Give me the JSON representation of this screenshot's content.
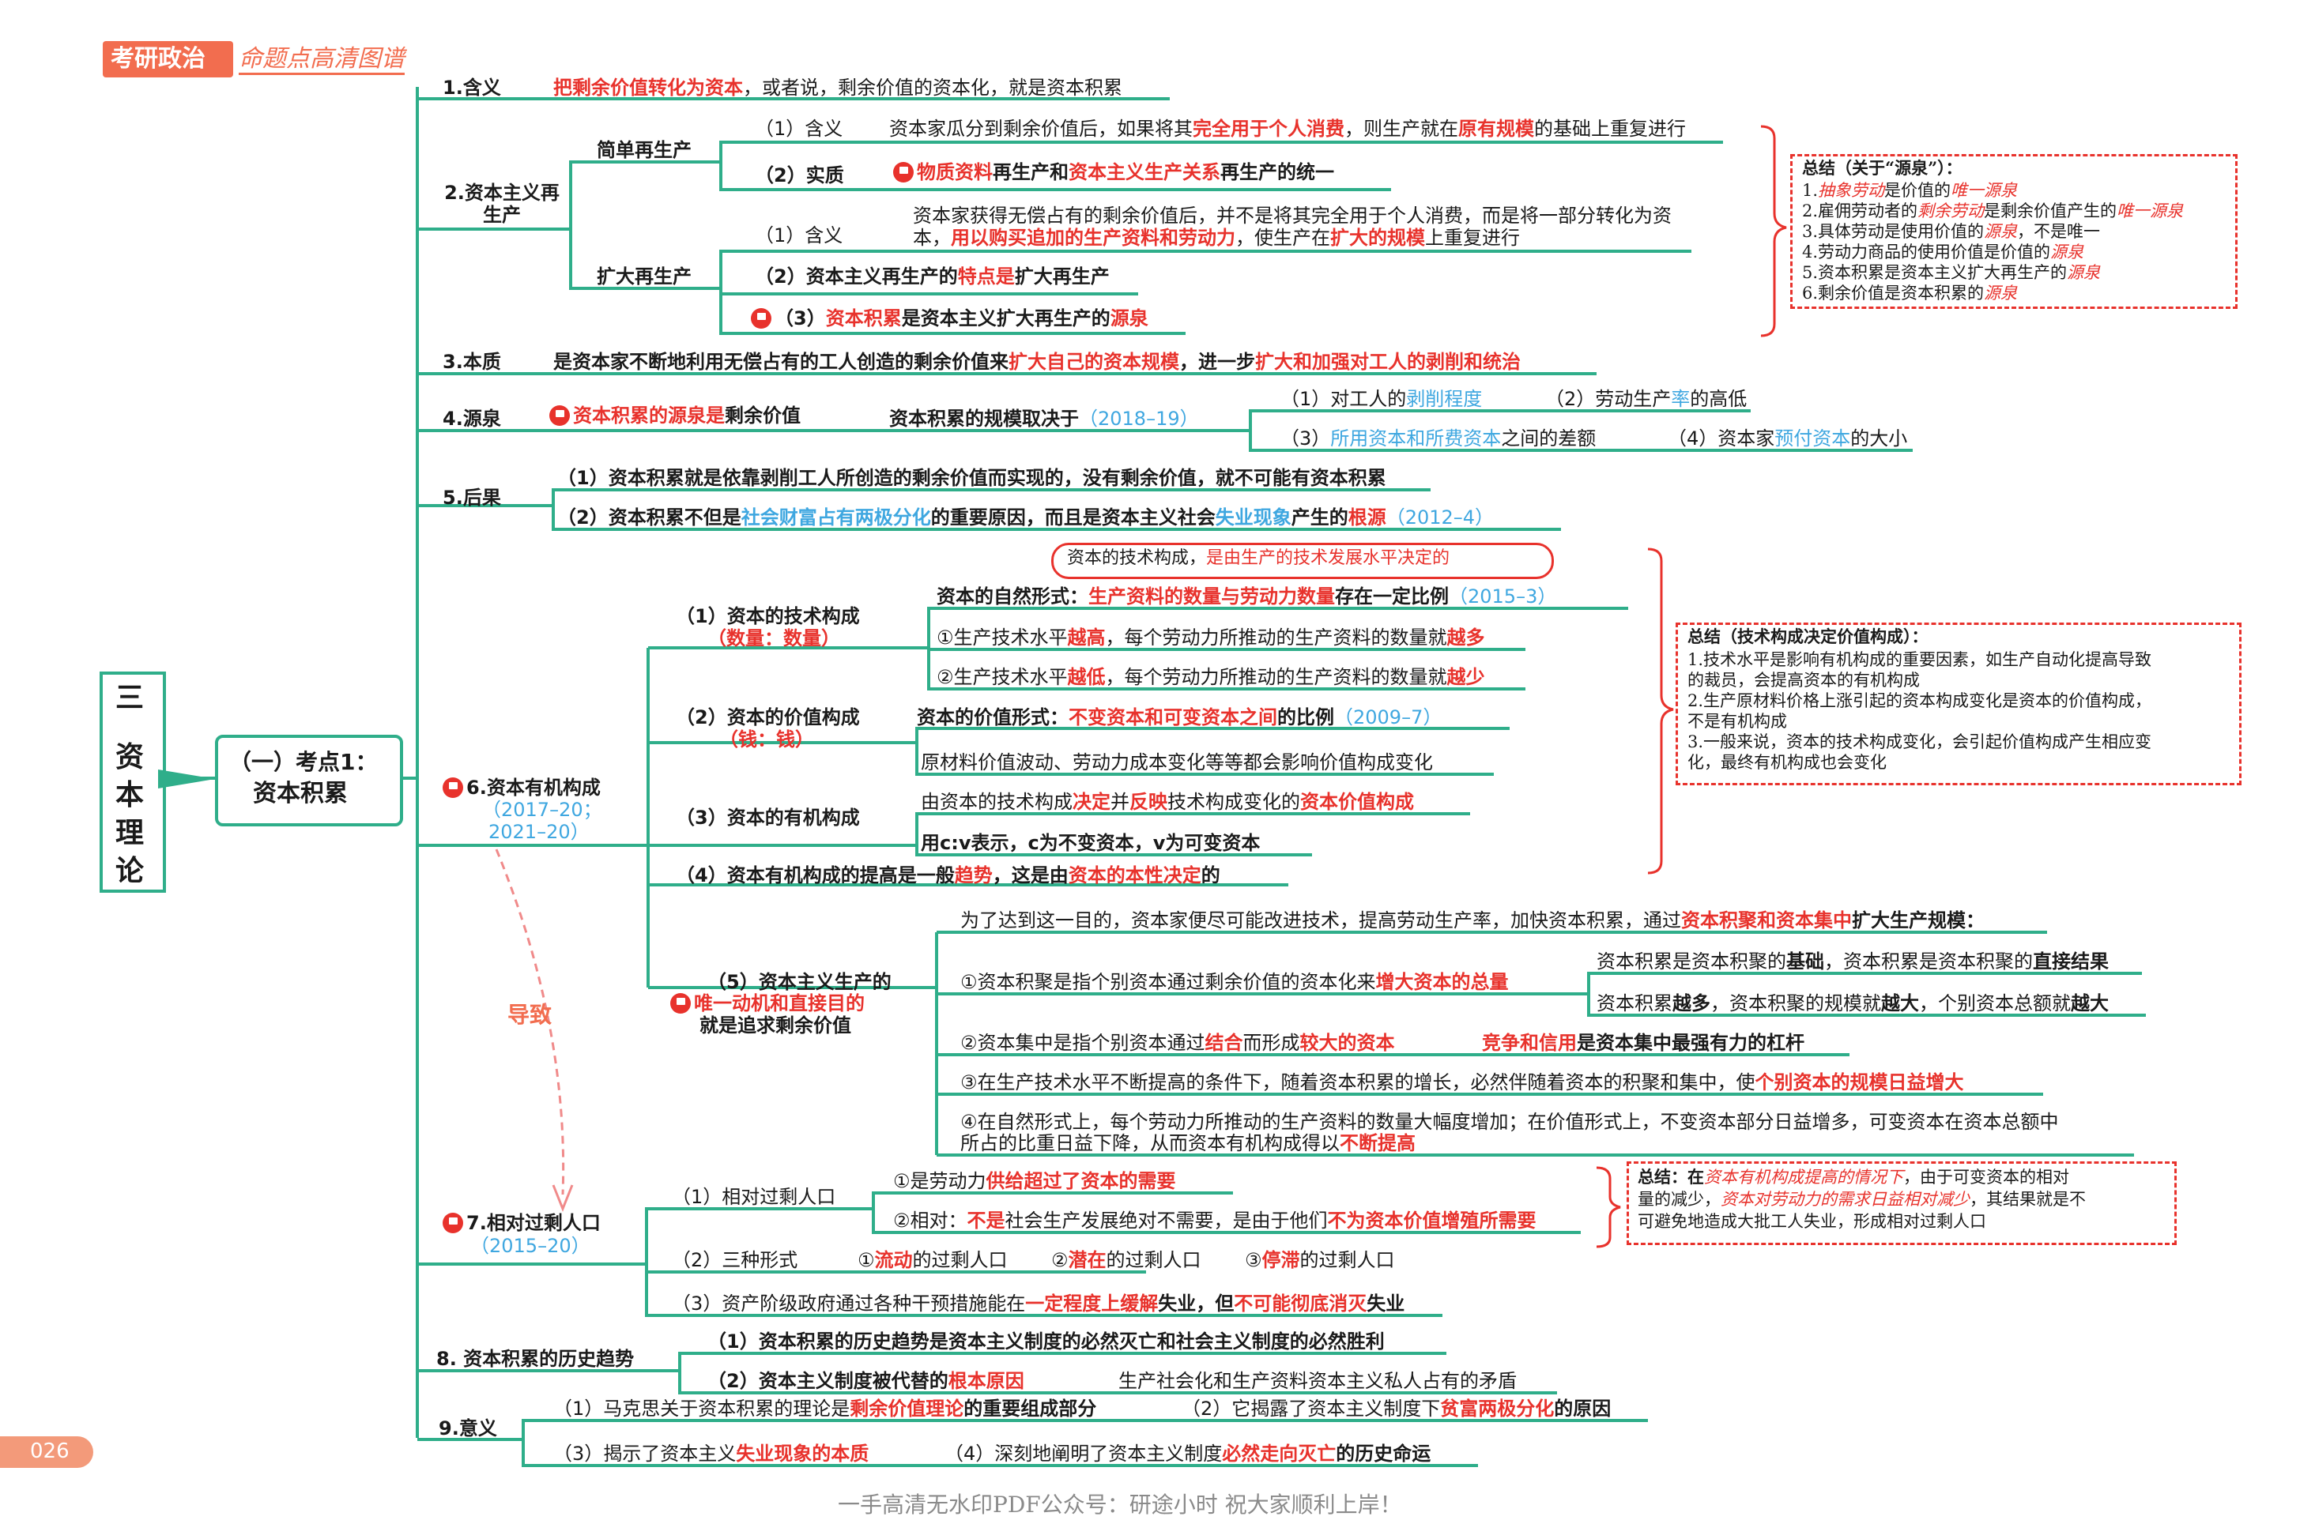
{
  "header": {
    "brand": "考研政治",
    "subtitle": "命题点高清图谱"
  },
  "page_number": "026",
  "footer": "一手高清无水印PDF公众号：研途小时  祝大家顺利上岸！",
  "chapter": {
    "num": "三",
    "title": "资本理论"
  },
  "topic": {
    "label": "（一）考点1：",
    "name": "资本积累"
  },
  "n1": {
    "label": "1.含义",
    "red": "把剩余价值转化为资本",
    "text": "，或者说，剩余价值的资本化，就是资本积累"
  },
  "n2": {
    "label": "2.资本主义再生产",
    "simple": {
      "label": "简单再生产",
      "i1_label": "（1）含义",
      "i1_a": "资本家瓜分到剩余价值后，如果将其",
      "i1_r1": "完全用于个人消费",
      "i1_b": "，则生产就在",
      "i1_r2": "原有规模",
      "i1_c": "的基础上重复进行",
      "i2_label": "（2）实质",
      "i2_r1": "物质资料",
      "i2_a": "再生产和",
      "i2_r2": "资本主义生产关系",
      "i2_b": "再生产的统一"
    },
    "expand": {
      "label": "扩大再生产",
      "i1_label": "（1）含义",
      "i1_l1": "资本家获得无偿占有的剩余价值后，并不是将其完全用于个人消费，而是将一部分转化为资",
      "i1_l2a": "本，",
      "i1_r1": "用以购买追加的生产资料和劳动力",
      "i1_l2b": "，使生产在",
      "i1_r2": "扩大的规模",
      "i1_l2c": "上重复进行",
      "i2_a": "（2）资本主义再生产的",
      "i2_r": "特点是",
      "i2_b": "扩大再生产",
      "i3_a": "（3）",
      "i3_r": "资本积累",
      "i3_b": "是资本主义扩大再生产的",
      "i3_r2": "源泉"
    }
  },
  "summary_source": {
    "title": "总结（关于“源泉”）：",
    "items": [
      [
        "1.",
        "抽象劳动",
        "是价值的",
        "唯一源泉",
        ""
      ],
      [
        "2.雇佣劳动者的",
        "剩余劳动",
        "是剩余价值产生的",
        "唯一源泉",
        ""
      ],
      [
        "3.具体劳动是使用价值的",
        "源泉",
        "，不是唯一",
        "",
        ""
      ],
      [
        "4.劳动力商品的使用价值是价值的",
        "源泉",
        "",
        "",
        ""
      ],
      [
        "5.资本积累是资本主义扩大再生产的",
        "源泉",
        "",
        "",
        ""
      ],
      [
        "6.剩余价值是资本积累的",
        "源泉",
        "",
        "",
        ""
      ]
    ]
  },
  "n3": {
    "label": "3.本质",
    "a": "是资本家不断地利用无偿占有的工人创造的剩余价值来",
    "r1": "扩大自己的资本规模",
    "b": "，进一步",
    "r2": "扩大和加强对工人的剥削和统治"
  },
  "n4": {
    "label": "4.源泉",
    "r1": "资本积累的源泉是",
    "a": "剩余价值",
    "b": "资本积累的规模取决于",
    "year": "（2018–19）",
    "f1a": "（1）对工人的",
    "f1r": "剥削程度",
    "f2a": "（2）劳动生产",
    "f2r": "率",
    "f2b": "的高低",
    "f3a": "（3）",
    "f3r": "所用资本和所费资本",
    "f3b": "之间的差额",
    "f4a": "（4）资本家",
    "f4r": "预付资本",
    "f4b": "的大小"
  },
  "n5": {
    "label": "5.后果",
    "c1": "（1）资本积累就是依靠剥削工人所创造的剩余价值而实现的，没有剩余价值，就不可能有资本积累",
    "c2a": "（2）资本积累不但是",
    "c2r1": "社会财富占有两极分化",
    "c2b": "的重要原因，而且是资本主义社会",
    "c2r2": "失业现象",
    "c2c": "产生的",
    "c2r3": "根源",
    "c2y": "（2012–4）"
  },
  "n6": {
    "label": "6.资本有机构成",
    "years1": "（2017–20；",
    "years2": "2021–20）",
    "callout_a": "资本的技术构成，",
    "callout_b": "是由生产的技术发展水平决定的",
    "tech": {
      "label": "（1）资本的技术构成",
      "sub": "（数量：数量）",
      "l1a": "资本的自然形式：",
      "l1r": "生产资料的数量与劳动力数量",
      "l1b": "存在一定比例",
      "l1y": "（2015–3）",
      "l2a": "①生产技术水平",
      "l2r": "越高",
      "l2b": "，每个劳动力所推动的生产资料的数量就",
      "l2r2": "越多",
      "l3a": "②生产技术水平",
      "l3r": "越低",
      "l3b": "，每个劳动力所推动的生产资料的数量就",
      "l3r2": "越少"
    },
    "value": {
      "label": "（2）资本的价值构成",
      "sub": "（钱：钱）",
      "l1a": "资本的价值形式：",
      "l1r": "不变资本和可变资本之间",
      "l1b": "的比例",
      "l1y": "（2009–7）",
      "l2": "原材料价值波动、劳动力成本变化等等都会影响价值构成变化"
    },
    "organic": {
      "label": "（3）资本的有机构成",
      "l1a": "由资本的技术构成",
      "l1r1": "决定",
      "l1b": "并",
      "l1r2": "反映",
      "l1c": "技术构成变化的",
      "l1r3": "资本价值构成",
      "l2": "用c:v表示，c为不变资本，v为可变资本"
    },
    "trend": {
      "a": "（4）资本有机构成的提高是一般",
      "r1": "趋势",
      "b": "，这是由",
      "r2": "资本的本性决定",
      "c": "的"
    },
    "goal": {
      "label1": "（5）资本主义生产的",
      "label2": "唯一动机和直接目的",
      "label3": "就是追求剩余价值",
      "intro_a": "为了达到这一目的，资本家便尽可能改进技术，提高劳动生产率，加快资本积累，通过",
      "intro_r": "资本积聚和资本集中",
      "intro_b": "扩大生产规模：",
      "p1a": "①资本积聚是指个别资本通过剩余价值的资本化来",
      "p1r": "增大资本的总量",
      "p1s1a": "资本积累是资本积聚的",
      "p1s1b": "基础",
      "p1s1c": "，资本积累是资本积聚的",
      "p1s1d": "直接结果",
      "p1s2a": "资本积累",
      "p1s2b": "越多",
      "p1s2c": "，资本积聚的规模就",
      "p1s2d": "越大",
      "p1s2e": "，个别资本总额就",
      "p1s2f": "越大",
      "p2a": "②资本集中是指个别资本通过",
      "p2r1": "结合",
      "p2b": "而形成",
      "p2r2": "较大的资本",
      "p2r3": "竞争和信用",
      "p2c": "是资本集中最强有力的杠杆",
      "p3a": "③在生产技术水平不断提高的条件下，随着资本积累的增长，必然伴随着资本的积聚和集中，使",
      "p3r": "个别资本的规模日益增大",
      "p4l1": "④在自然形式上，每个劳动力所推动的生产资料的数量大幅度增加；在价值形式上，不变资本部分日益增多，可变资本在资本总额中",
      "p4l2a": "所占的比重日益下降，从而资本有机构成得以",
      "p4r": "不断提高"
    }
  },
  "summary_value": {
    "title": "总结（技术构成决定价值构成）：",
    "lines": [
      "1.技术水平是影响有机构成的重要因素，如生产自动化提高导致",
      "的裁员，会提高资本的有机构成",
      "2.生产原材料价格上涨引起的资本构成变化是资本的价值构成，",
      "不是有机构成",
      "3.一般来说，资本的技术构成变化，会引起价值构成产生相应变",
      "化，最终有机构成也会变化"
    ]
  },
  "arrow_label": "导致",
  "n7": {
    "label": "7.相对过剩人口",
    "year": "（2015–20）",
    "rel": {
      "label": "（1）相对过剩人口",
      "l1a": "①是劳动力",
      "l1r": "供给超过了资本的需要",
      "l2a": "②相对：",
      "l2r1": "不是",
      "l2b": "社会生产发展绝对不需要，是由于他们",
      "l2r2": "不为资本价值增殖所需要"
    },
    "forms": {
      "label": "（2）三种形式",
      "f1n": "①",
      "f1r": "流动",
      "f1b": "的过剩人口",
      "f2n": "②",
      "f2r": "潜在",
      "f2b": "的过剩人口",
      "f3n": "③",
      "f3r": "停滞",
      "f3b": "的过剩人口"
    },
    "gov": {
      "a": "（3）资产阶级政府通过各种干预措施能在",
      "r1": "一定程度上缓解",
      "b": "失业，但",
      "r2": "不可能彻底消灭",
      "c": "失业"
    }
  },
  "summary_pop": {
    "l1a": "总结：在",
    "l1r": "资本有机构成提高的情况下",
    "l1b": "，由于可变资本的相对",
    "l2a": "量的减少，",
    "l2r": "资本对劳动力的需求日益相对减少",
    "l2b": "，其结果就是不",
    "l3": "可避免地造成大批工人失业，形成相对过剩人口"
  },
  "n8": {
    "label": "8. 资本积累的历史趋势",
    "l1": "（1）资本积累的历史趋势是资本主义制度的必然灭亡和社会主义制度的必然胜利",
    "l2a": "（2）资本主义制度被代替的",
    "l2r": "根本原因",
    "l2b": "生产社会化和生产资料资本主义私人占有的矛盾"
  },
  "n9": {
    "label": "9.意义",
    "l1a": "（1）马克思关于资本积累的理论是",
    "l1r": "剩余价值理论",
    "l1b": "的重要组成部分",
    "l2a": "（2）它揭露了资本主义制度下",
    "l2r": "贫富两极分化",
    "l2b": "的原因",
    "l3a": "（3）揭示了资本主义",
    "l3r": "失业现象的本质",
    "l4a": "（4）深刻地阐明了资本主义制度",
    "l4r": "必然走向灭亡",
    "l4b": "的历史命运"
  }
}
